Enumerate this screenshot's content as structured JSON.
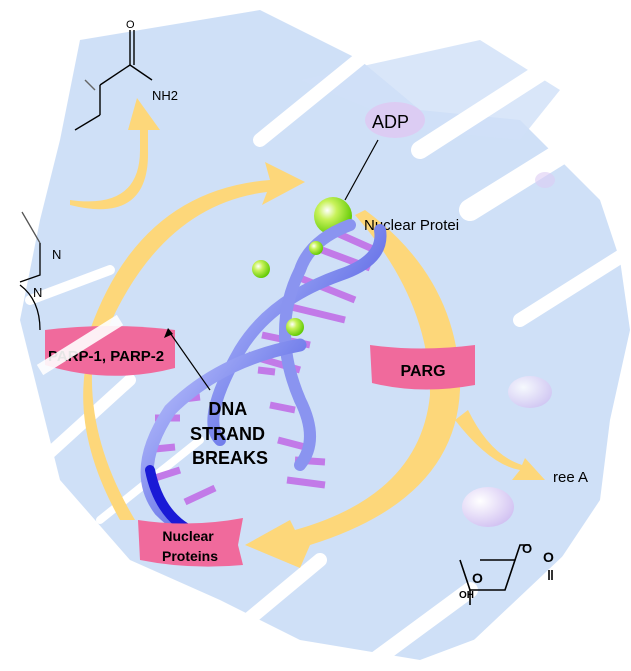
{
  "colors": {
    "background_wash": "#cfe0f7",
    "arrow": "#fdd77a",
    "banner": "#f06a9c",
    "dna": "#6a78e8",
    "dna_dark": "#1a1ad6",
    "base_pair": "#c27ae8",
    "sphere": "#8ee01a",
    "adp_blob": "#dcccf3"
  },
  "molecule_top": {
    "oxygen": "O",
    "amine": "NH2"
  },
  "molecule_left": {
    "n1": "N",
    "n2": "N"
  },
  "adp_label": "ADP",
  "nuclear_protein_label": "Nuclear Protei",
  "parp_label": "PARP-1, PARP-2",
  "dna_label": [
    "DNA",
    "STRAND",
    "BREAKS"
  ],
  "parg_label": "PARG",
  "free_label": "ree A",
  "nuclear_proteins_banner": [
    "Nuclear",
    "Proteins"
  ],
  "molecule_bottom": {
    "oxygen_top": "O",
    "oxygen_ring": "O",
    "oxygen_side": "O",
    "hydroxyl": "OH"
  }
}
